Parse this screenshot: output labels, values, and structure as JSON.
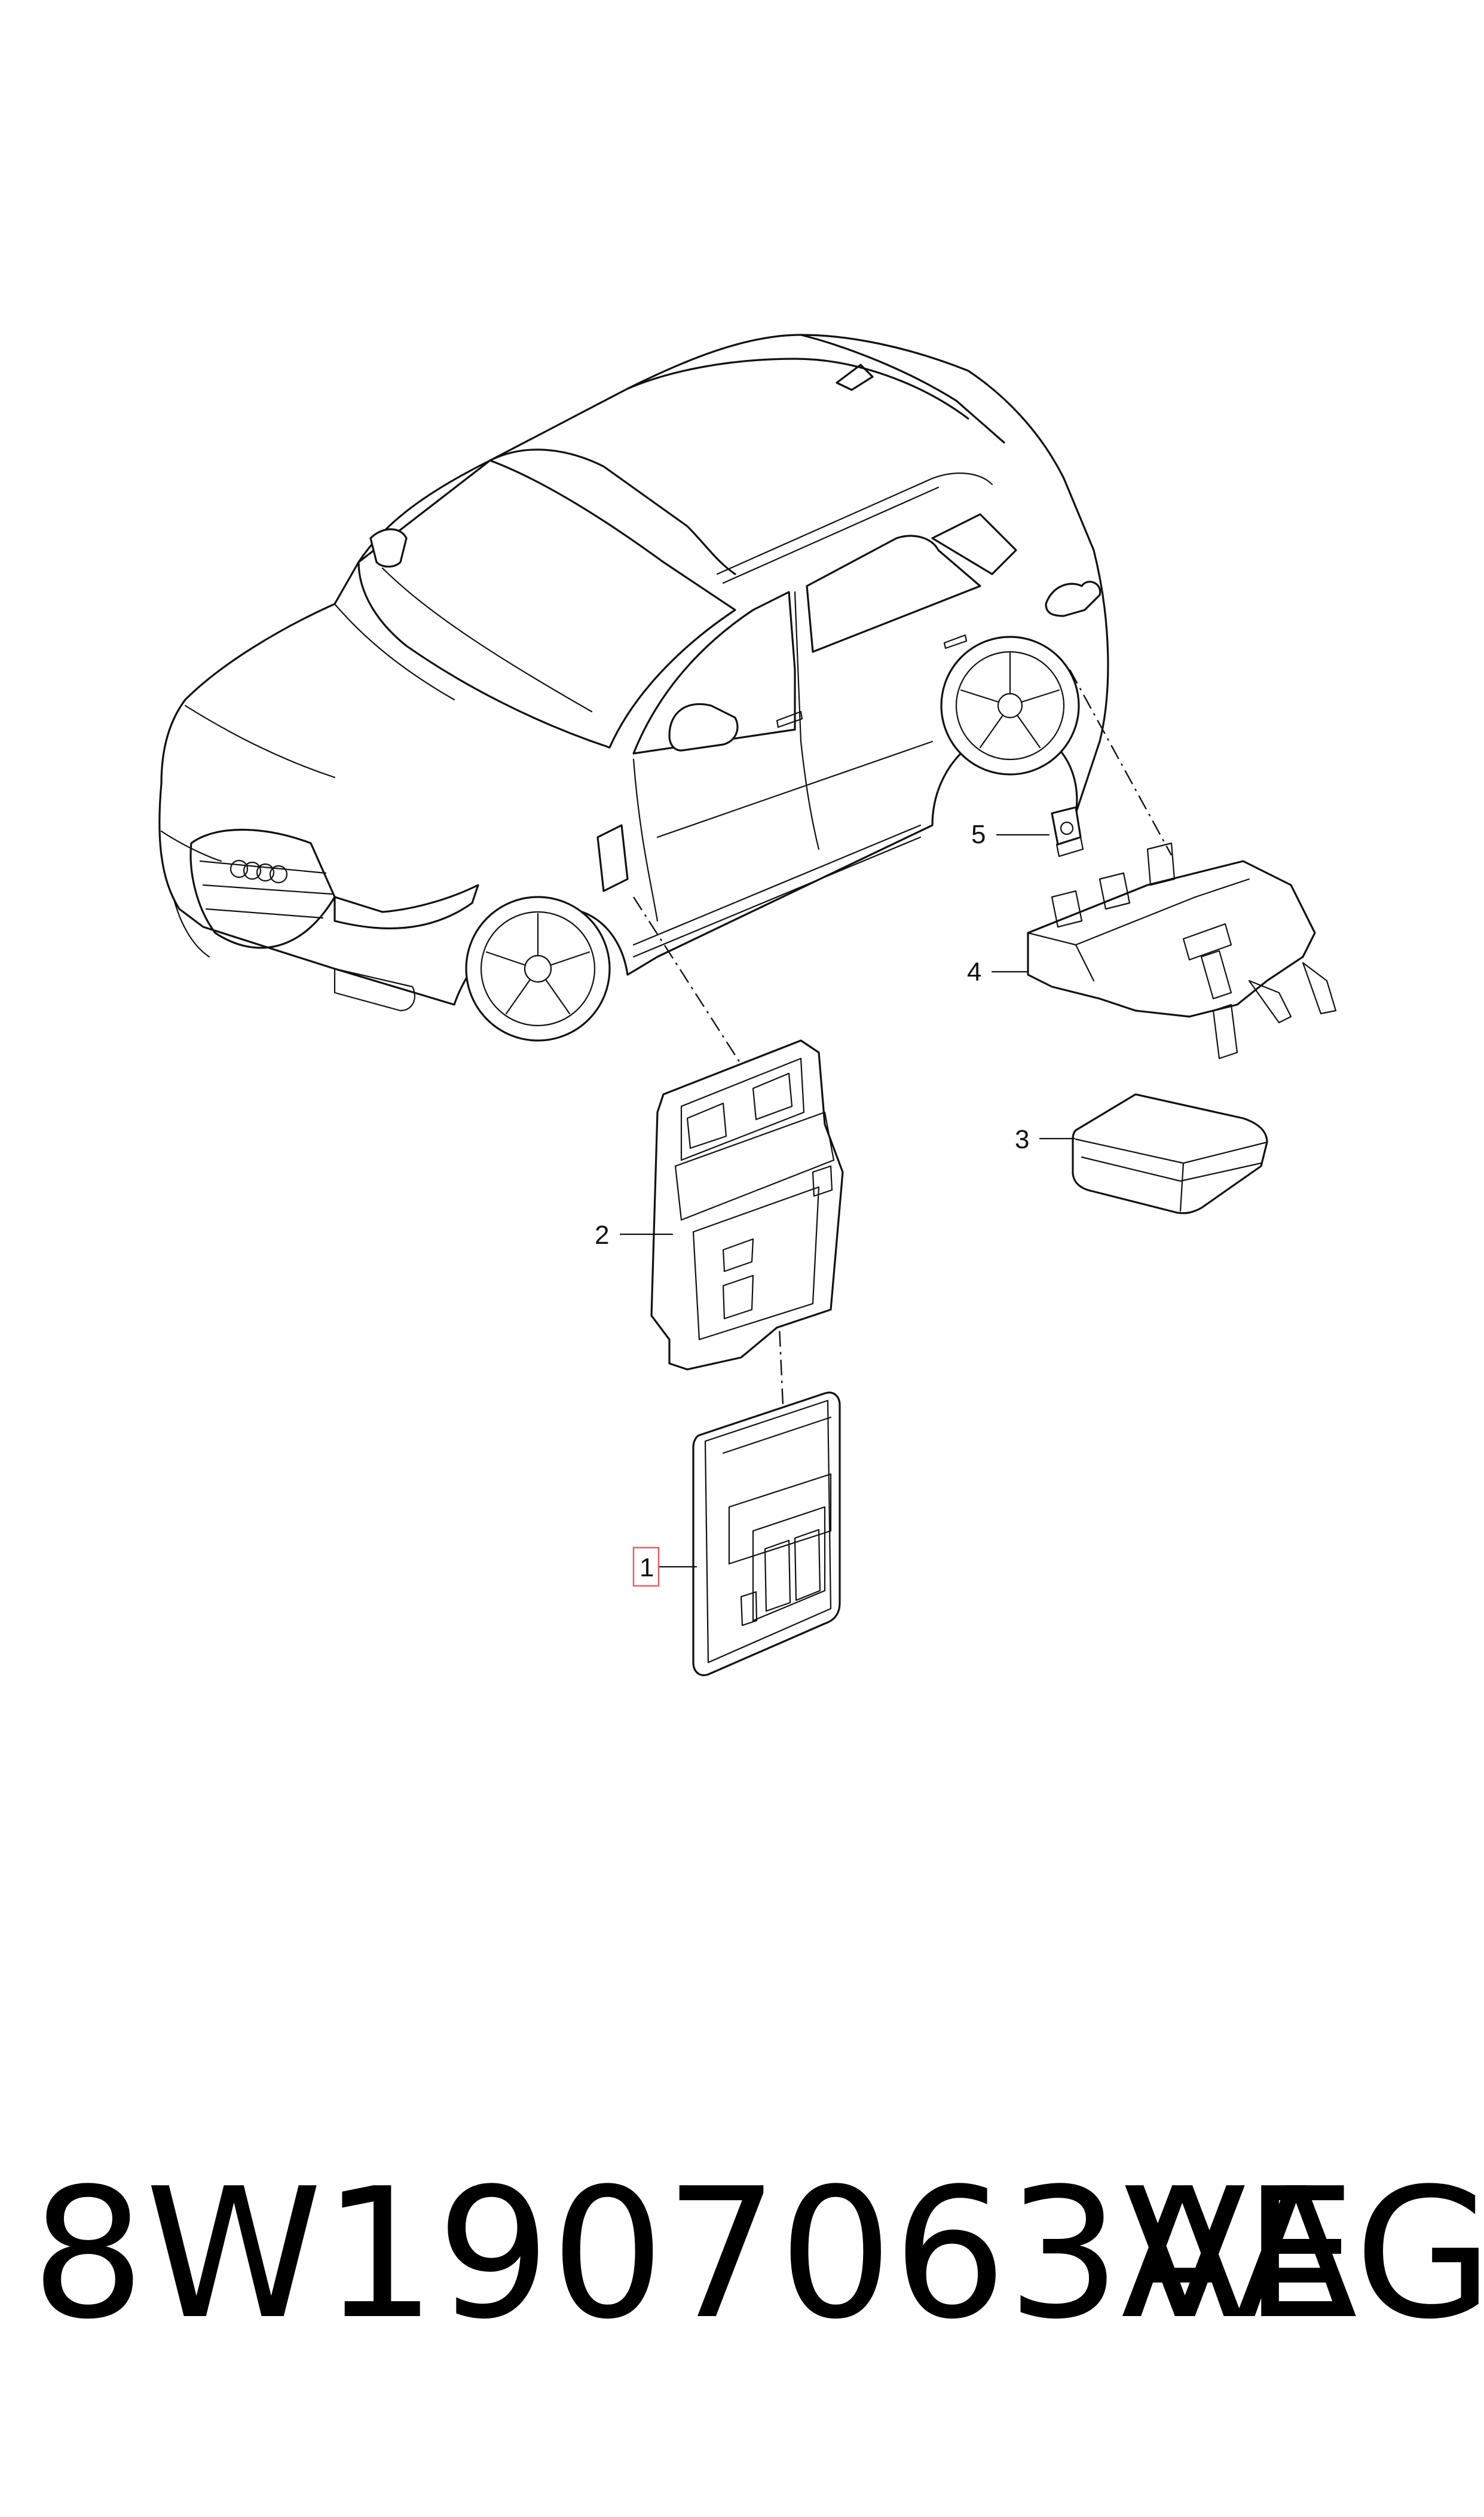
{
  "callouts": [
    {
      "label": "1",
      "highlighted": true
    },
    {
      "label": "2"
    },
    {
      "label": "3"
    },
    {
      "label": "4"
    },
    {
      "label": "5"
    }
  ],
  "highlight_color": "#e0606a",
  "footer": {
    "part_number": "8W1907063AE",
    "manufacturer": "VAG"
  }
}
